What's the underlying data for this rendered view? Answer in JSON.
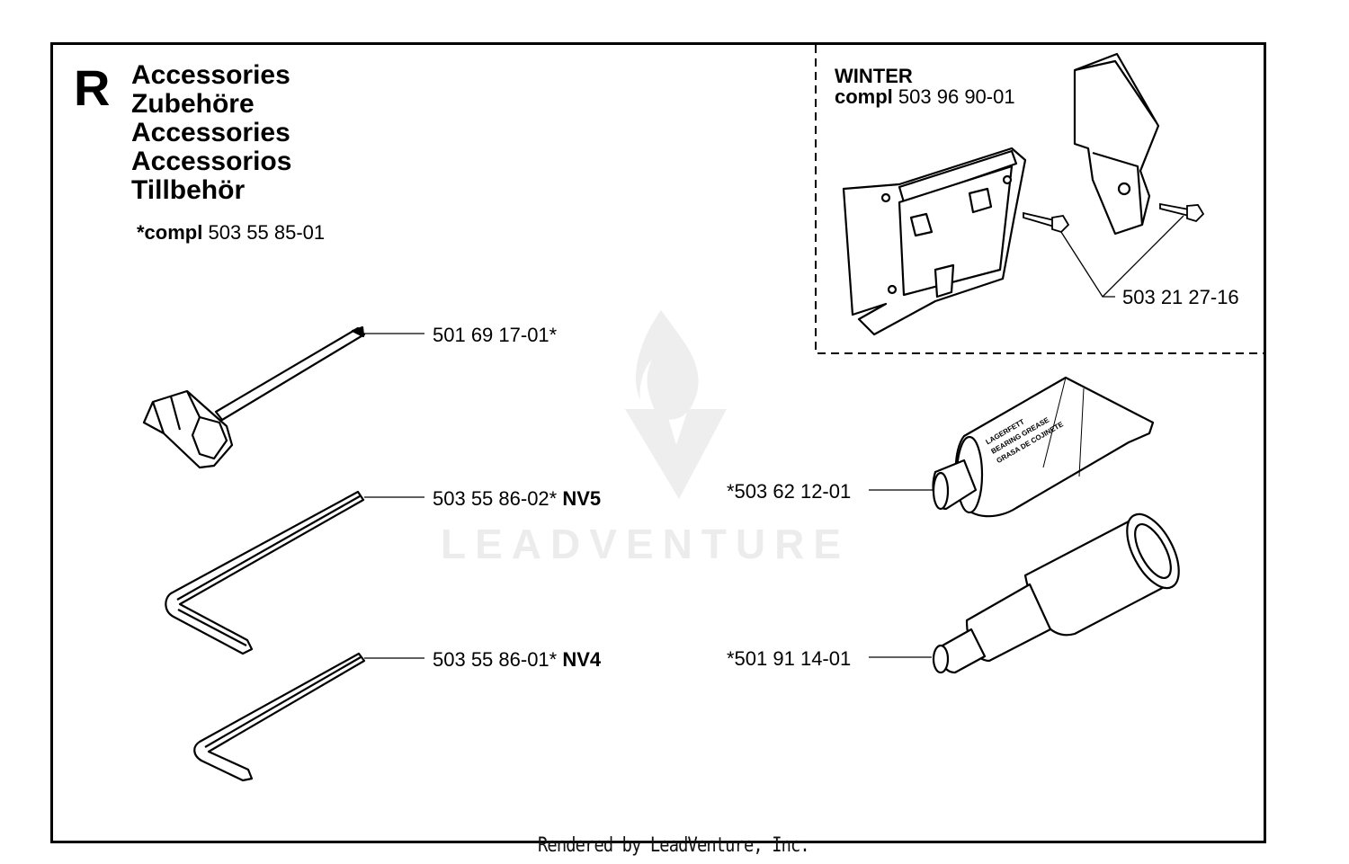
{
  "header": {
    "letter": "R",
    "titles": [
      "Accessories",
      "Zubehöre",
      "Accessories",
      "Accessorios",
      "Tillbehör"
    ],
    "compl_prefix": "*compl",
    "compl_number": "503 55 85-01"
  },
  "winter_kit": {
    "title": "WINTER",
    "compl_prefix": "compl",
    "compl_number": "503 96 90-01",
    "screw_part": "503 21 27-16"
  },
  "parts": [
    {
      "number": "501 69 17-01*",
      "suffix": ""
    },
    {
      "number": "503 55 86-02*",
      "suffix": "NV5"
    },
    {
      "number": "503 55 86-01*",
      "suffix": "NV4"
    },
    {
      "number": "*503 62 12-01",
      "suffix": ""
    },
    {
      "number": "*501 91 14-01",
      "suffix": ""
    }
  ],
  "grease_tube_text": [
    "LAGERFETT",
    "BEARING GREASE",
    "GRASA DE COJINETE"
  ],
  "watermark": "LEADVENTURE",
  "footer": "Rendered by LeadVenture, Inc."
}
